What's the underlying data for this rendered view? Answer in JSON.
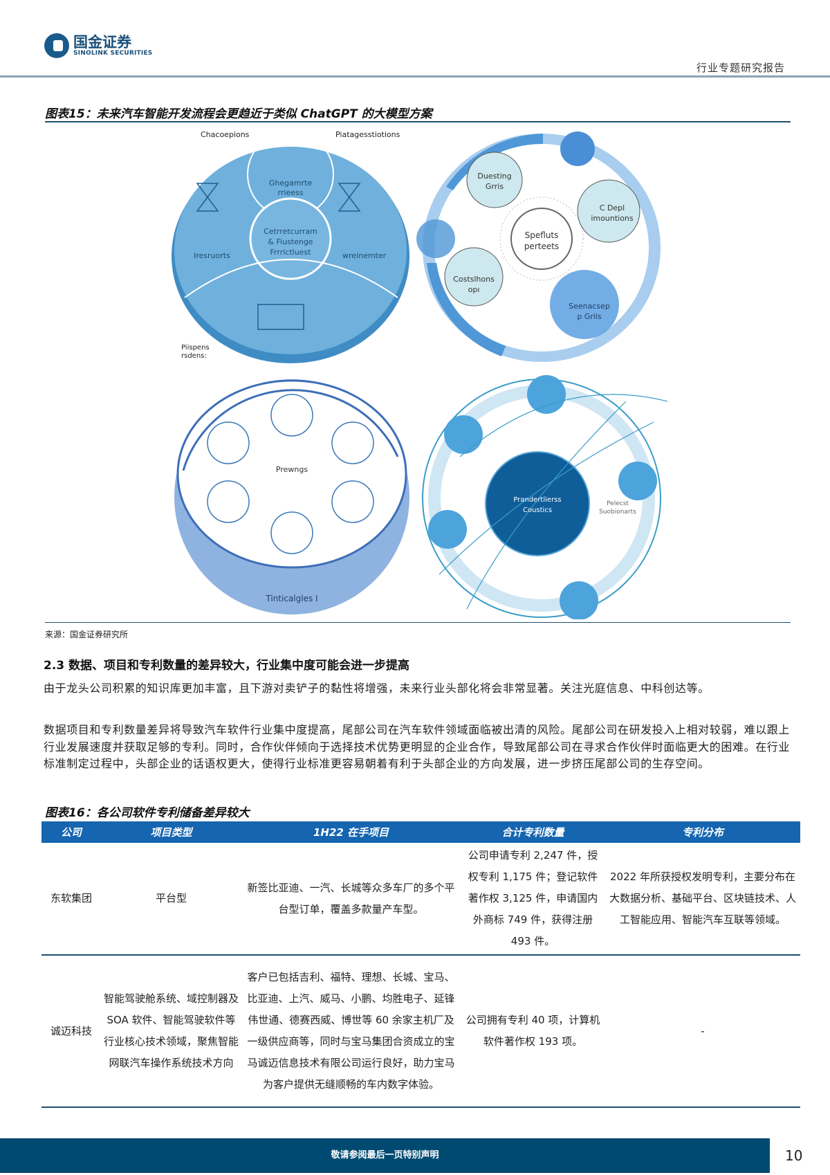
{
  "header": {
    "logo_cn": "国金证券",
    "logo_en": "SINOLINK SECURITIES",
    "doc_type": "行业专题研究报告"
  },
  "figure15": {
    "title": "图表15：未来汽车智能开发流程会更趋近于类似 ChatGPT 的大模型方案",
    "panel1": {
      "labels": [
        "Chacoepions",
        "Piatagesstiotions",
        "Ghegamrte",
        "rrieess",
        "Cetrretcurram",
        "& Fiustenge",
        "Frrrictluest",
        "Iresruorts",
        "wreinemter",
        "Piispens",
        "rsdens:"
      ]
    },
    "panel2": {
      "labels": [
        "Duesting",
        "Grris",
        "C Depl",
        "imountions",
        "Spefluts",
        "perteets",
        "Costslhons",
        "opı",
        "Seenacsep",
        "p Grils"
      ]
    },
    "panel3": {
      "labels": [
        "Prewngs",
        "Tinticalgles I"
      ]
    },
    "panel4": {
      "labels": [
        "Prandertlierss",
        "Coustics",
        "Pelecst",
        "Suobionarts"
      ]
    },
    "source": "来源：国金证券研究所"
  },
  "section": {
    "heading": "2.3 数据、项目和专利数量的差异较大，行业集中度可能会进一步提高",
    "p1": "由于龙头公司积累的知识库更加丰富，且下游对卖铲子的黏性将增强，未来行业头部化将会非常显著。关注光庭信息、中科创达等。",
    "p2": "数据项目和专利数量差异将导致汽车软件行业集中度提高，尾部公司在汽车软件领域面临被出清的风险。尾部公司在研发投入上相对较弱，难以跟上行业发展速度并获取足够的专利。同时，合作伙伴倾向于选择技术优势更明显的企业合作，导致尾部公司在寻求合作伙伴时面临更大的困难。在行业标准制定过程中，头部企业的话语权更大，使得行业标准更容易朝着有利于头部企业的方向发展，进一步挤压尾部公司的生存空间。"
  },
  "figure16": {
    "title": "图表16：各公司软件专利储备差异较大",
    "headers": [
      "公司",
      "项目类型",
      "1H22 在手项目",
      "合计专利数量",
      "专利分布"
    ],
    "rows": [
      [
        "东软集团",
        "平台型",
        "新签比亚迪、一汽、长城等众多车厂的多个平台型订单，覆盖多款量产车型。",
        "公司申请专利 2,247 件，授权专利 1,175 件；登记软件著作权 3,125 件，申请国内外商标 749 件，获得注册 493 件。",
        "2022 年所获授权发明专利，主要分布在大数据分析、基础平台、区块链技术、人工智能应用、智能汽车互联等领域。"
      ],
      [
        "诚迈科技",
        "智能驾驶舱系统、域控制器及 SOA 软件、智能驾驶软件等行业核心技术领域，聚焦智能网联汽车操作系统技术方向",
        "客户已包括吉利、福特、理想、长城、宝马、比亚迪、上汽、威马、小鹏、均胜电子、延锋伟世通、德赛西威、博世等 60 余家主机厂及一级供应商等，同时与宝马集团合资成立的宝马诚迈信息技术有限公司运行良好，助力宝马为客户提供无缝顺畅的车内数字体验。",
        "公司拥有专利 40 项，计算机软件著作权 193 项。",
        "-"
      ]
    ]
  },
  "footer": {
    "disclaimer": "敬请参阅最后一页特别声明",
    "page": "10"
  },
  "colors": {
    "brand": "#004a72",
    "table_header": "#1565b0",
    "diagram_blue": "#5b9fd0"
  }
}
